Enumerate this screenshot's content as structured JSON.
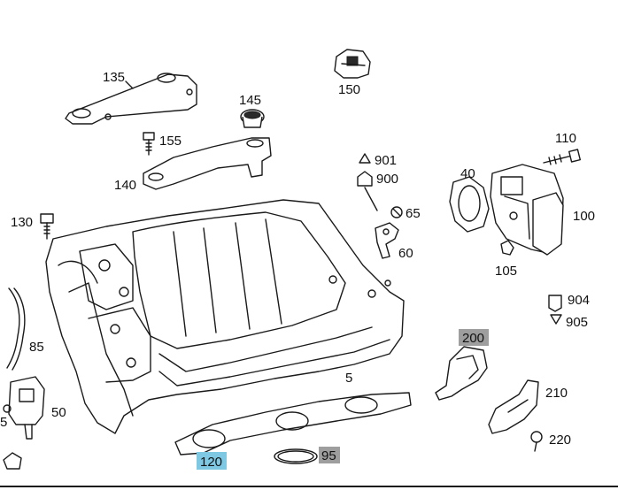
{
  "callouts": {
    "p135": "135",
    "p145": "145",
    "p150": "150",
    "p155": "155",
    "p140": "140",
    "p110": "110",
    "p901": "901",
    "p900": "900",
    "p40": "40",
    "p130": "130",
    "p65": "65",
    "p100": "100",
    "p60": "60",
    "p105": "105",
    "p85": "85",
    "p904": "904",
    "p905": "905",
    "p200": "200",
    "p210": "210",
    "p5a": "5",
    "p50": "50",
    "p5b": "5",
    "p220": "220",
    "p120": "120",
    "p95": "95"
  },
  "highlights": {
    "gray": "#9e9e9e",
    "blue": "#7ec8e3"
  }
}
